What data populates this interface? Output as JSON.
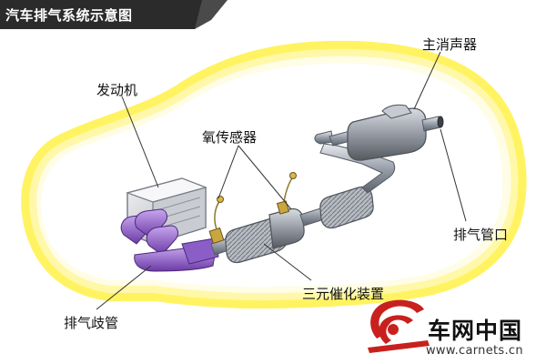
{
  "title": "汽车排气系统示意图",
  "labels": {
    "engine": "发动机",
    "muffler": "主消声器",
    "oxygen_sensor": "氧传感器",
    "tailpipe": "排气管口",
    "catalytic_converter": "三元催化装置",
    "exhaust_manifold": "排气歧管"
  },
  "logo": {
    "name": "车网中国",
    "url": "www.carnets.cn"
  },
  "colors": {
    "glow": "#fff35a",
    "banner": "#2b2b2b",
    "manifold": "#9b6ad1",
    "logo_red": "#c8201e"
  }
}
